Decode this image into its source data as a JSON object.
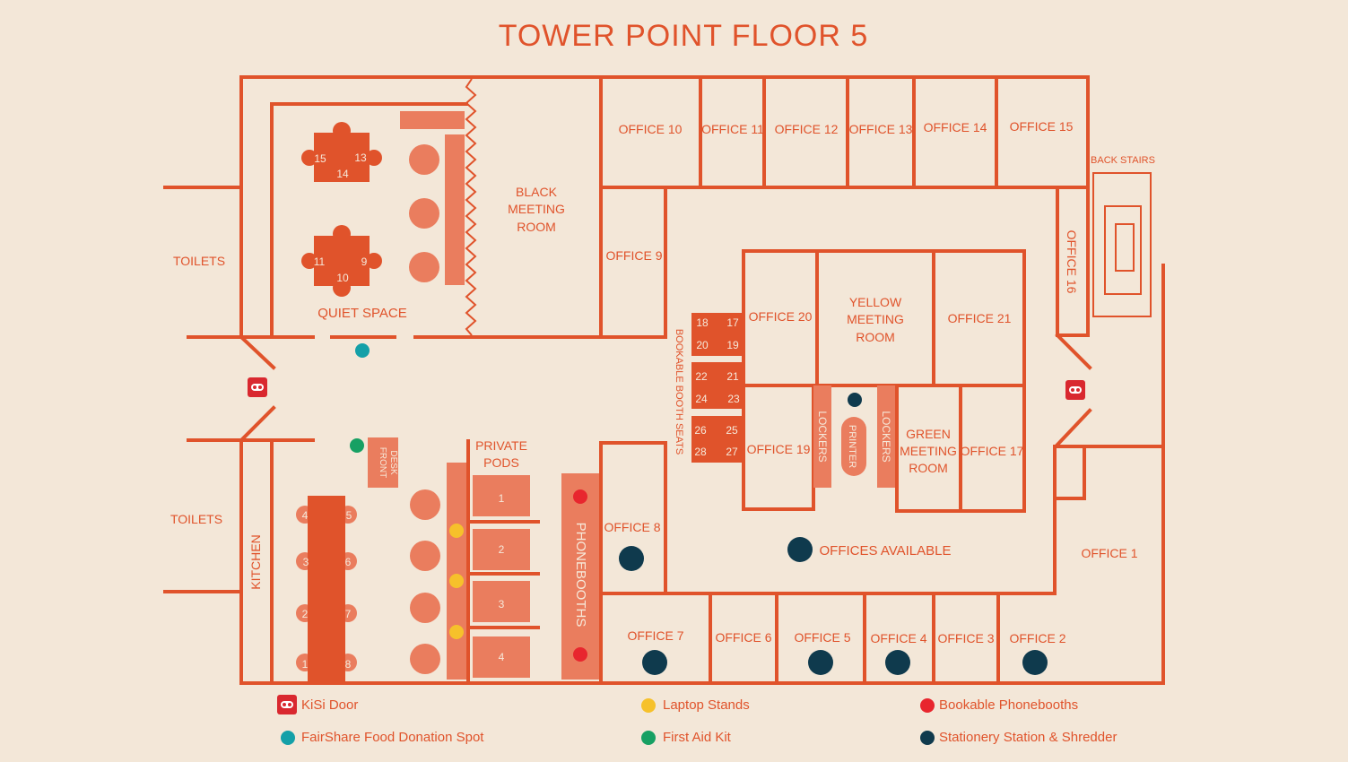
{
  "title": "TOWER POINT FLOOR 5",
  "colors": {
    "background": "#f3e7d8",
    "wall": "#e0532b",
    "furniture_dark": "#e0532b",
    "furniture_light": "#ea7d5e",
    "kisi_door": "#d9282f",
    "laptop_stand": "#f6c12b",
    "first_aid": "#17a063",
    "phonebooth": "#e8262e",
    "stationery": "#0f3a4d",
    "fairshare": "#14a0a8"
  },
  "rooms": {
    "office_10": "OFFICE 10",
    "office_11": "OFFICE 11",
    "office_12": "OFFICE 12",
    "office_13": "OFFICE 13",
    "office_14": "OFFICE 14",
    "office_15": "OFFICE 15",
    "office_16": "OFFICE 16",
    "office_9": "OFFICE 9",
    "office_8": "OFFICE 8",
    "office_7": "OFFICE 7",
    "office_6": "OFFICE 6",
    "office_5": "OFFICE 5",
    "office_4": "OFFICE 4",
    "office_3": "OFFICE 3",
    "office_2": "OFFICE 2",
    "office_1": "OFFICE 1",
    "office_17": "OFFICE 17",
    "office_19": "OFFICE 19",
    "office_20": "OFFICE 20",
    "office_21": "OFFICE 21",
    "black_meeting": [
      "BLACK",
      "MEETING",
      "ROOM"
    ],
    "yellow_meeting": [
      "YELLOW",
      "MEETING",
      "ROOM"
    ],
    "green_meeting": [
      "GREEN",
      "MEETING",
      "ROOM"
    ],
    "quiet_space": "QUIET SPACE",
    "toilets_top": "TOILETS",
    "toilets_bottom": "TOILETS",
    "kitchen": "KITCHEN",
    "back_stairs": "BACK STAIRS",
    "private_pods": [
      "PRIVATE",
      "PODS"
    ],
    "phonebooths": "PHONEBOOTHS",
    "bookable_booth_seats": "BOOKABLE BOOTH SEATS",
    "lockers_left": "LOCKERS",
    "lockers_right": "LOCKERS",
    "printer": "PRINTER",
    "front_desk": [
      "FRONT",
      "DESK"
    ],
    "offices_available": "OFFICES AVAILABLE"
  },
  "quiet_tables": [
    {
      "seats": [
        "15",
        "14",
        "13"
      ]
    },
    {
      "seats": [
        "11",
        "10",
        "9"
      ]
    }
  ],
  "long_table_seats": [
    "1",
    "2",
    "3",
    "4",
    "5",
    "6",
    "7",
    "8"
  ],
  "pods": [
    "1",
    "2",
    "3",
    "4"
  ],
  "booth_seats": [
    "18",
    "17",
    "20",
    "19",
    "22",
    "21",
    "24",
    "23",
    "26",
    "25",
    "28",
    "27"
  ],
  "legend": [
    {
      "label": "KiSi Door",
      "icon": "kisi-door-icon",
      "color": "#d9282f"
    },
    {
      "label": "FairShare Food Donation Spot",
      "icon": "teal-dot-icon",
      "color": "#14a0a8"
    },
    {
      "label": "Laptop Stands",
      "icon": "yellow-dot-icon",
      "color": "#f6c12b"
    },
    {
      "label": "First Aid Kit",
      "icon": "green-dot-icon",
      "color": "#17a063"
    },
    {
      "label": "Bookable Phonebooths",
      "icon": "red-dot-icon",
      "color": "#e8262e"
    },
    {
      "label": "Stationery Station & Shredder",
      "icon": "navy-dot-icon",
      "color": "#0f3a4d"
    }
  ]
}
